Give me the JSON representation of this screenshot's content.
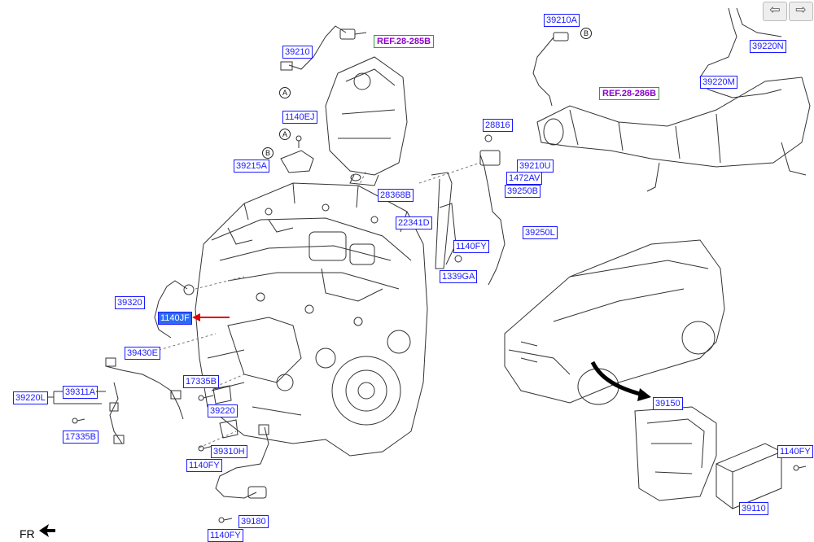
{
  "nav": {
    "back_icon": "arrow-left-icon",
    "forward_icon": "arrow-right-icon",
    "back_symbol": "⇦",
    "forward_symbol": "⇨"
  },
  "parts": [
    {
      "id": "p-39210-top",
      "label": "39210",
      "selected": false
    },
    {
      "id": "p-1140ej",
      "label": "1140EJ",
      "selected": false
    },
    {
      "id": "p-39215a",
      "label": "39215A",
      "selected": false
    },
    {
      "id": "p-28368b",
      "label": "28368B",
      "selected": false
    },
    {
      "id": "p-22341d",
      "label": "22341D",
      "selected": false
    },
    {
      "id": "p-28816",
      "label": "28816",
      "selected": false
    },
    {
      "id": "p-39210u",
      "label": "39210U",
      "selected": false
    },
    {
      "id": "p-1472av",
      "label": "1472AV",
      "selected": false
    },
    {
      "id": "p-39250b",
      "label": "39250B",
      "selected": false
    },
    {
      "id": "p-39250l",
      "label": "39250L",
      "selected": false
    },
    {
      "id": "p-1140fy-mid",
      "label": "1140FY",
      "selected": false
    },
    {
      "id": "p-1339ga",
      "label": "1339GA",
      "selected": false
    },
    {
      "id": "p-39210a",
      "label": "39210A",
      "selected": false
    },
    {
      "id": "p-39220n",
      "label": "39220N",
      "selected": false
    },
    {
      "id": "p-39220m",
      "label": "39220M",
      "selected": false
    },
    {
      "id": "p-39320",
      "label": "39320",
      "selected": false
    },
    {
      "id": "p-1140jf",
      "label": "1140JF",
      "selected": true
    },
    {
      "id": "p-39430e",
      "label": "39430E",
      "selected": false
    },
    {
      "id": "p-17335b-right",
      "label": "17335B",
      "selected": false
    },
    {
      "id": "p-39311a",
      "label": "39311A",
      "selected": false
    },
    {
      "id": "p-39220l",
      "label": "39220L",
      "selected": false
    },
    {
      "id": "p-17335b-left",
      "label": "17335B",
      "selected": false
    },
    {
      "id": "p-39220",
      "label": "39220",
      "selected": false
    },
    {
      "id": "p-39310h",
      "label": "39310H",
      "selected": false
    },
    {
      "id": "p-1140fy-left",
      "label": "1140FY",
      "selected": false
    },
    {
      "id": "p-39180",
      "label": "39180",
      "selected": false
    },
    {
      "id": "p-1140fy-bottom",
      "label": "1140FY",
      "selected": false
    },
    {
      "id": "p-39150",
      "label": "39150",
      "selected": false
    },
    {
      "id": "p-1140fy-right",
      "label": "1140FY",
      "selected": false
    },
    {
      "id": "p-39110",
      "label": "39110",
      "selected": false
    }
  ],
  "refs": [
    {
      "id": "ref-a",
      "label": "REF.28-285B"
    },
    {
      "id": "ref-b",
      "label": "REF.28-286B"
    }
  ],
  "callouts": [
    {
      "id": "c1",
      "letter": "A"
    },
    {
      "id": "c2",
      "letter": "A"
    },
    {
      "id": "c3",
      "letter": "B"
    },
    {
      "id": "c4",
      "letter": "B"
    }
  ],
  "front_label": "FR",
  "colors": {
    "link": "#1a1aff",
    "selected_bg": "#2b6cf0",
    "ref_text": "#8a00c8",
    "ref_border": "#2e9e2e",
    "pointer_arrow": "#e00000"
  }
}
